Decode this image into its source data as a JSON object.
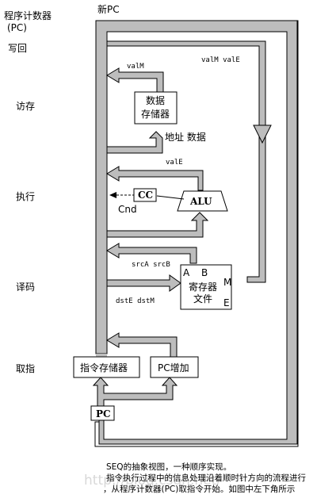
{
  "stages": {
    "pc_register": "程序计数器",
    "pc_register_abbr": "(PC)",
    "writeback": "写回",
    "memory": "访存",
    "execute": "执行",
    "decode": "译码",
    "fetch": "取指"
  },
  "labels": {
    "new_pc": "新PC",
    "valM": "valM",
    "valM_valE": "valM valE",
    "addr_data": "地址 数据",
    "valE": "valE",
    "cnd": "Cnd",
    "srcA_srcB": "srcA srcB",
    "dstE_dstM": "dstE dstM"
  },
  "blocks": {
    "data_memory_line1": "数据",
    "data_memory_line2": "存储器",
    "cc": "CC",
    "alu": "ALU",
    "regfile_line1": "寄存器",
    "regfile_line2": "文件",
    "port_a": "A",
    "port_b": "B",
    "port_m": "M",
    "port_e": "E",
    "instr_memory": "指令存储器",
    "pc_increment": "PC增加",
    "pc": "PC"
  },
  "caption": {
    "line1": "SEQ的抽象视图，一种顺序实现。",
    "line2": "指令执行过程中的信息处理沿着顺时针方向的流程进行",
    "line3": "，从程序计数器(PC)取指令开始。如图中左下角所示"
  },
  "watermark": "http://blog.csdn.net/"
}
